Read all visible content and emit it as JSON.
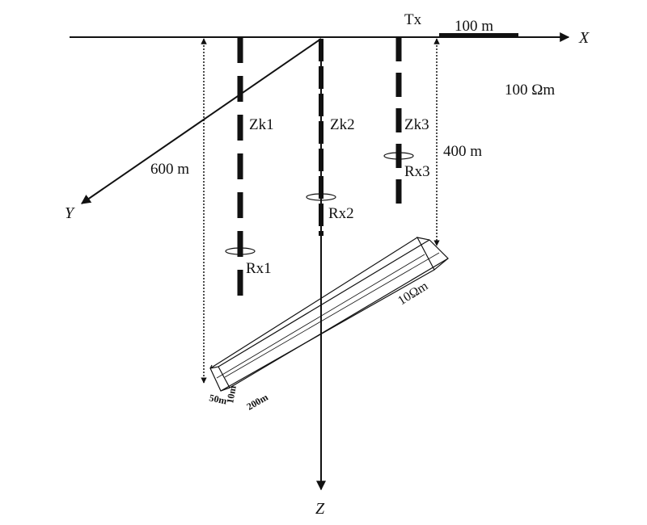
{
  "axes": {
    "x_label": "X",
    "y_label": "Y",
    "z_label": "Z"
  },
  "transmitter": {
    "label": "Tx"
  },
  "scale_bar": {
    "label": "100 m"
  },
  "background_resistivity": {
    "label": "100 Ωm"
  },
  "boreholes": [
    {
      "label": "Zk1"
    },
    {
      "label": "Zk2"
    },
    {
      "label": "Zk3"
    }
  ],
  "receivers": [
    {
      "label": "Rx1"
    },
    {
      "label": "Rx2"
    },
    {
      "label": "Rx3"
    }
  ],
  "depths": {
    "left": "600 m",
    "right": "400 m"
  },
  "anomaly": {
    "resistivity": "10Ωm",
    "width": "50m",
    "height": "10m",
    "length": "200m"
  },
  "colors": {
    "ink": "#111111",
    "background": "#ffffff"
  }
}
